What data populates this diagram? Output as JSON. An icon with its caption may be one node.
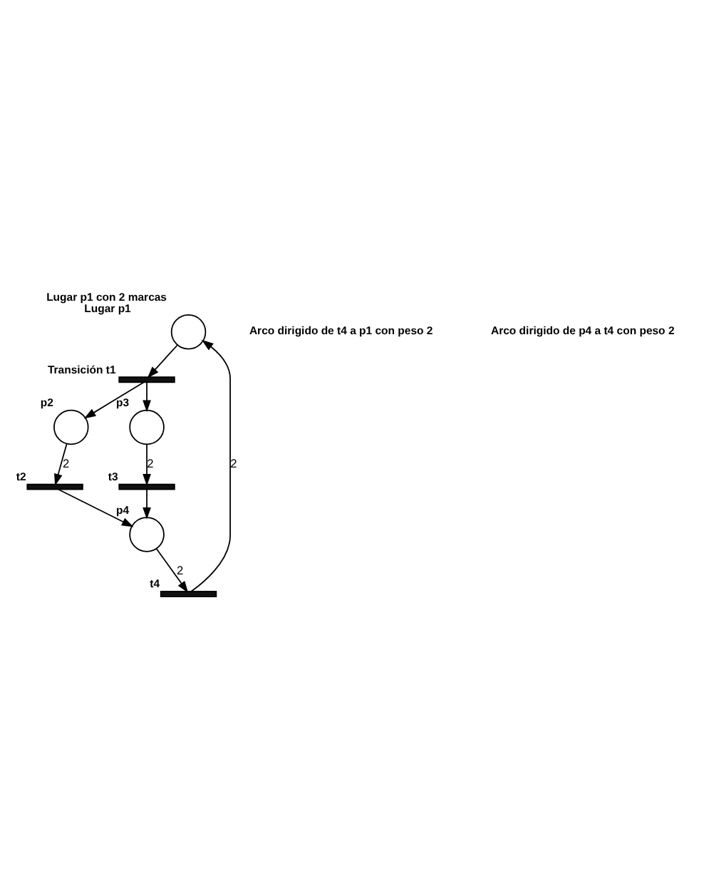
{
  "diagram": {
    "nodes": [
      {
        "text": [],
        "shape": "circle",
        "beside": [
          "Lugar p1 con 2 marcas",
          "Lugar p1"
        ]
      },
      {
        "text": [],
        "shape": "bar",
        "beside": [
          "Transición t1"
        ]
      },
      {
        "text": [],
        "shape": "circle",
        "beside": [
          "p2"
        ]
      },
      {
        "text": [],
        "shape": "circle",
        "beside": [
          "p3"
        ]
      },
      {
        "text": [],
        "shape": "bar",
        "beside": [
          "t2"
        ]
      },
      {
        "text": [],
        "shape": "bar",
        "beside": [
          "t3"
        ]
      },
      {
        "text": [],
        "shape": "circle",
        "beside": [
          "p4"
        ]
      },
      {
        "text": [],
        "shape": "bar",
        "beside": [
          "t4"
        ]
      }
    ],
    "edges": [
      {
        "from": 0,
        "to": 1,
        "arrow": "to"
      },
      {
        "from": 1,
        "to": 2,
        "arrow": "to"
      },
      {
        "from": 1,
        "to": 3,
        "arrow": "to"
      },
      {
        "from": 2,
        "to": 4,
        "arrow": "to",
        "label": "2"
      },
      {
        "from": 3,
        "to": 5,
        "arrow": "to",
        "label": "2"
      },
      {
        "from": 4,
        "to": 6,
        "arrow": "to"
      },
      {
        "from": 5,
        "to": 6,
        "arrow": "to"
      },
      {
        "from": 6,
        "to": 7,
        "arrow": "to",
        "label": "2"
      },
      {
        "from": 7,
        "to": 0,
        "arrow": "to",
        "label": "2"
      }
    ],
    "labels": [
      "Arco dirigido de t4 a p1 con peso 2",
      "Arco dirigido de p4 a t4 con peso 2"
    ]
  }
}
